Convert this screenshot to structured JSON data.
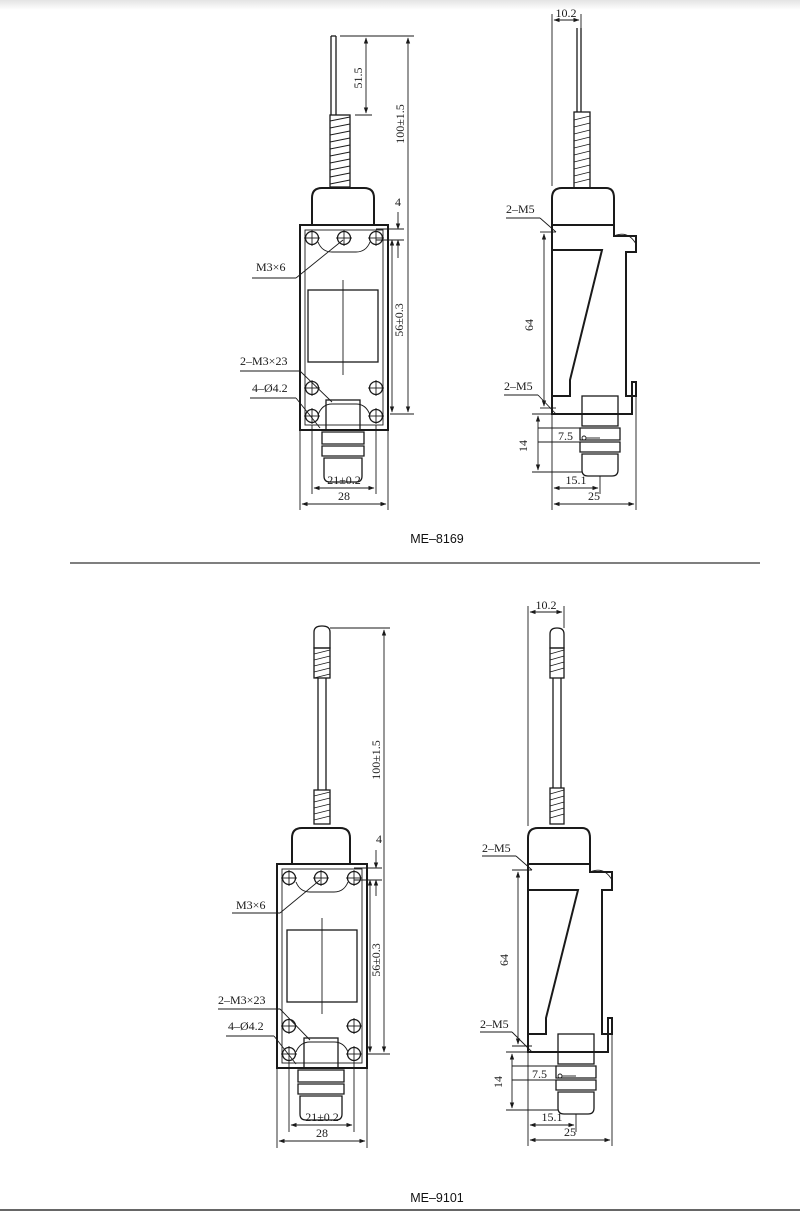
{
  "drawings": [
    {
      "model": "ME–8169",
      "front": {
        "rod_len": "51.5",
        "total": "100±1.5",
        "gap": "4",
        "screw": "M3×6",
        "mount_span": "56±0.3",
        "screws2": "2–M3×23",
        "holes": "4–Ø4.2",
        "hole_pitch": "21±0.2",
        "width": "28"
      },
      "side": {
        "top_w": "10.2",
        "m5_top": "2–M5",
        "height": "64",
        "m5_bot": "2–M5",
        "small": "7.5",
        "bot_h": "14",
        "inner_w": "15.1",
        "width": "25"
      }
    },
    {
      "model": "ME–9101",
      "front": {
        "total": "100±1.5",
        "gap": "4",
        "screw": "M3×6",
        "mount_span": "56±0.3",
        "screws2": "2–M3×23",
        "holes": "4–Ø4.2",
        "hole_pitch": "21±0.2",
        "width": "28"
      },
      "side": {
        "top_w": "10.2",
        "m5_top": "2–M5",
        "height": "64",
        "m5_bot": "2–M5",
        "small": "7.5",
        "bot_h": "14",
        "inner_w": "15.1",
        "width": "25"
      }
    }
  ]
}
